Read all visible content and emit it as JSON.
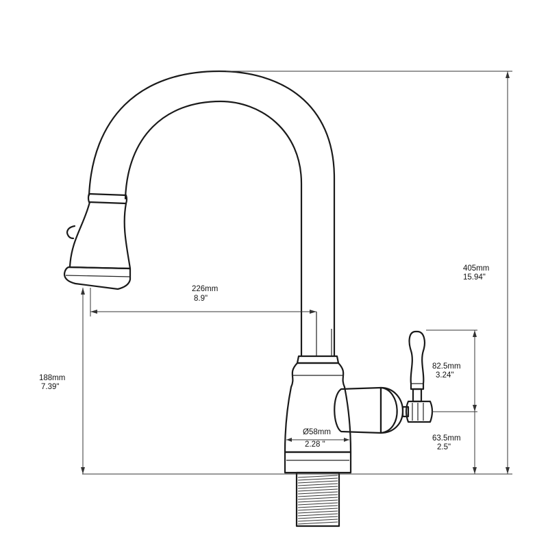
{
  "dimensions": {
    "total_height": {
      "metric": "405mm",
      "imperial": "15.94\""
    },
    "reach": {
      "metric": "226mm",
      "imperial": "8.9\""
    },
    "spout_clearance": {
      "metric": "188mm",
      "imperial": "7.39\""
    },
    "body_diameter": {
      "metric": "Ø58mm",
      "imperial": "2.28 \""
    },
    "handle_height": {
      "metric": "82.5mm",
      "imperial": "3.24\""
    },
    "handle_axis_height": {
      "metric": "63.5mm",
      "imperial": "2.5\""
    }
  },
  "colors": {
    "line": "#1a1a1a",
    "background": "#ffffff"
  }
}
